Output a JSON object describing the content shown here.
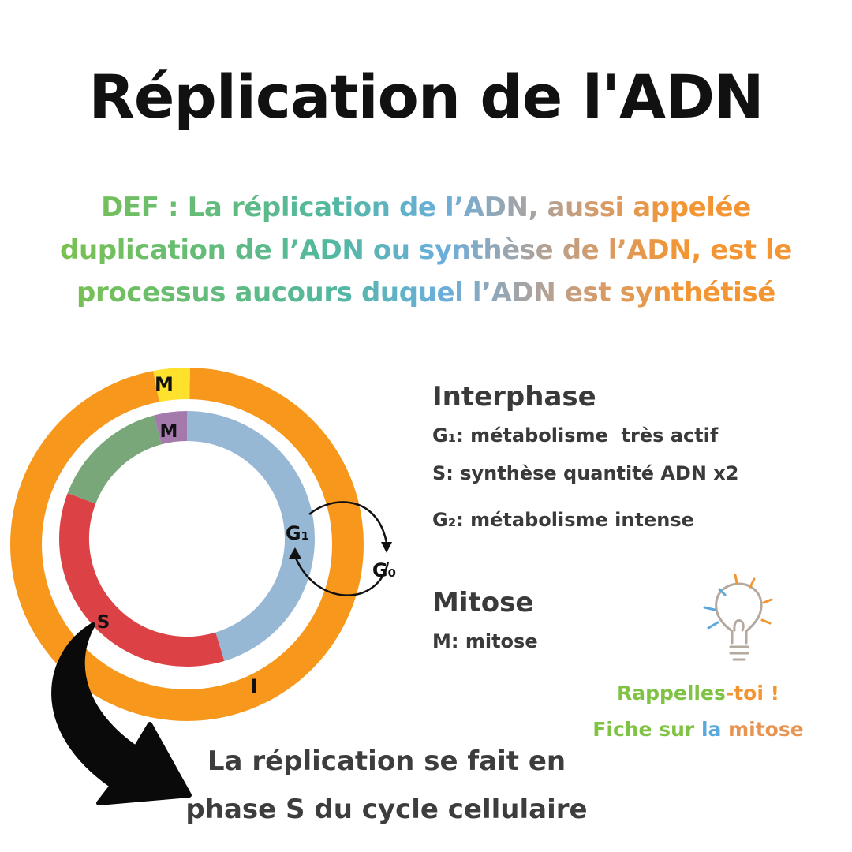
{
  "title": "Réplication de l'ADN",
  "definition": {
    "line1": "DEF : La réplication de l’ADN, aussi appelée",
    "line2": "duplication de l’ADN ou synthèse de l’ADN, est le",
    "line3": "processus aucours duquel l’ADN est synthétisé"
  },
  "cycle": {
    "outer_labels": {
      "mitosis": "M",
      "interphase": "I"
    },
    "inner_labels": {
      "mitosis": "M",
      "g1": "G₁",
      "s": "S",
      "g0": "G₀"
    },
    "colors": {
      "outer_interphase": "#f7981d",
      "outer_mitosis": "#fde12d",
      "inner_g1": "#97b8d5",
      "inner_s": "#dc4245",
      "inner_g2": "#7aa77a",
      "inner_m": "#a37aab"
    }
  },
  "interphase": {
    "heading": "Interphase",
    "g1": "G₁: métabolisme  très actif",
    "s": "S: synthèse quantité ADN x2",
    "g2": "G₂: métabolisme intense"
  },
  "mitose": {
    "heading": "Mitose",
    "m": "M: mitose"
  },
  "reminder": {
    "line1_part1": "Rappelles",
    "line1_part2": "-toi !",
    "line2_part1": "Fiche sur ",
    "line2_part2": "la ",
    "line2_part3": "mitose"
  },
  "caption": {
    "line1": "La réplication se fait en",
    "line2": "phase S du cycle cellulaire"
  }
}
